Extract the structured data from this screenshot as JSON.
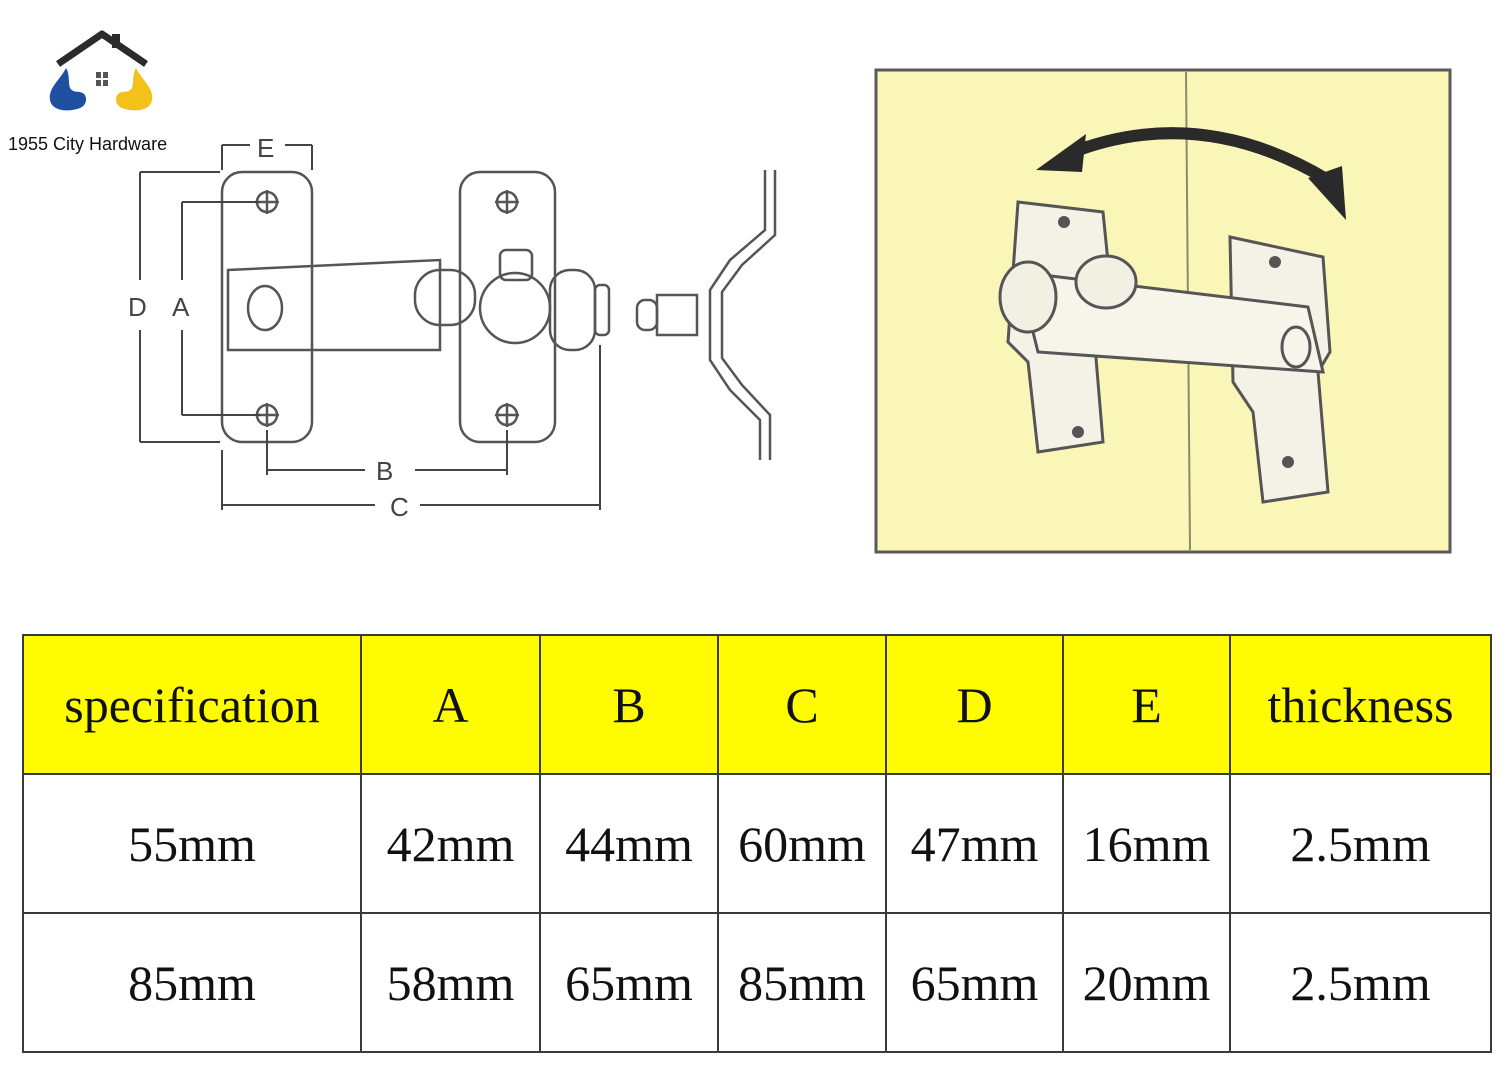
{
  "brand": {
    "name": "1955 City Hardware",
    "colors": {
      "roof": "#2b2b2b",
      "left_hand": "#1f4fa0",
      "right_hand": "#f2c21b"
    }
  },
  "diagram": {
    "dimension_labels": [
      "E",
      "D",
      "A",
      "B",
      "C"
    ],
    "usage_panel_background": "#faf6b8",
    "arrow_icon": "double-headed-curved-arrow"
  },
  "table": {
    "header_color": "#fffb00",
    "headers": [
      "specification",
      "A",
      "B",
      "C",
      "D",
      "E",
      "thickness"
    ],
    "rows": [
      [
        "55mm",
        "42mm",
        "44mm",
        "60mm",
        "47mm",
        "16mm",
        "2.5mm"
      ],
      [
        "85mm",
        "58mm",
        "65mm",
        "85mm",
        "65mm",
        "20mm",
        "2.5mm"
      ]
    ]
  }
}
